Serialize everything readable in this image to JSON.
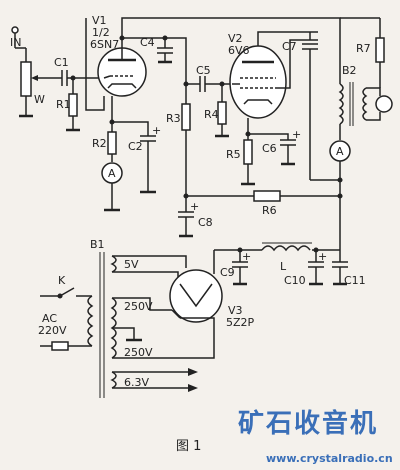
{
  "labels": {
    "in": "IN",
    "w": "W",
    "c1": "C1",
    "r1": "R1",
    "v1_name": "V1",
    "v1_half": "1/2",
    "v1_type": "6SN7",
    "c4": "C4",
    "r2": "R2",
    "c2": "C2",
    "r3": "R3",
    "c5": "C5",
    "v2_name": "V2",
    "v2_type": "6V6",
    "r4": "R4",
    "r5": "R5",
    "c6": "C6",
    "c7": "C7",
    "r7": "R7",
    "b2": "B2",
    "c8": "C8",
    "r6": "R6",
    "b1": "B1",
    "l": "L",
    "c9": "C9",
    "c10": "C10",
    "c11": "C11",
    "k": "K",
    "ac": "AC",
    "ac_volt": "220V",
    "sec_5v": "5V",
    "sec_250v_a": "250V",
    "sec_250v_b": "250V",
    "sec_63v": "6.3V",
    "v3_name": "V3",
    "v3_type": "5Z2P",
    "meter_a1": "A",
    "meter_a2": "A",
    "plus_c2": "+",
    "plus_c6": "+",
    "plus_c8": "+",
    "plus_c9": "+",
    "plus_c10": "+"
  },
  "caption": "图 1",
  "brand": {
    "name": "矿石收音机",
    "url": "www.crystalradio.cn"
  },
  "colors": {
    "line": "#222222",
    "brand": "#3a6fb8",
    "background": "#f4f1ec"
  }
}
